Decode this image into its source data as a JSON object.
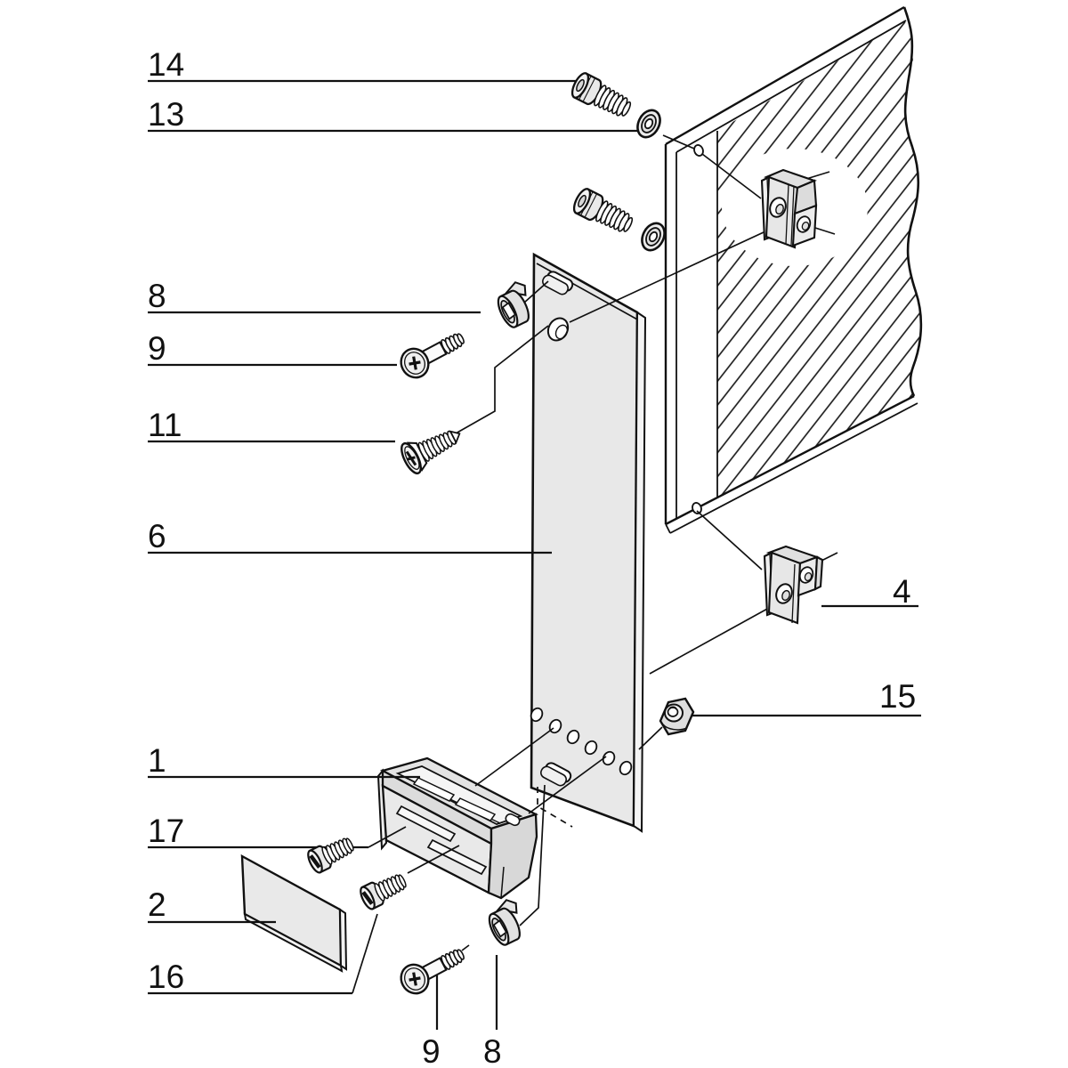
{
  "diagram": {
    "title": "exploded-assembly-drawing",
    "background": "#ffffff",
    "line_color": "#111111",
    "panel_fill": "#e8e8e8",
    "part_fill": "#ececec",
    "callouts": {
      "n14": "14",
      "n13": "13",
      "n8_top": "8",
      "n9_top": "9",
      "n11": "11",
      "n6": "6",
      "n1": "1",
      "n17": "17",
      "n2": "2",
      "n16": "16",
      "n4": "4",
      "n15": "15",
      "n9_bottom": "9",
      "n8_bottom": "8"
    }
  }
}
